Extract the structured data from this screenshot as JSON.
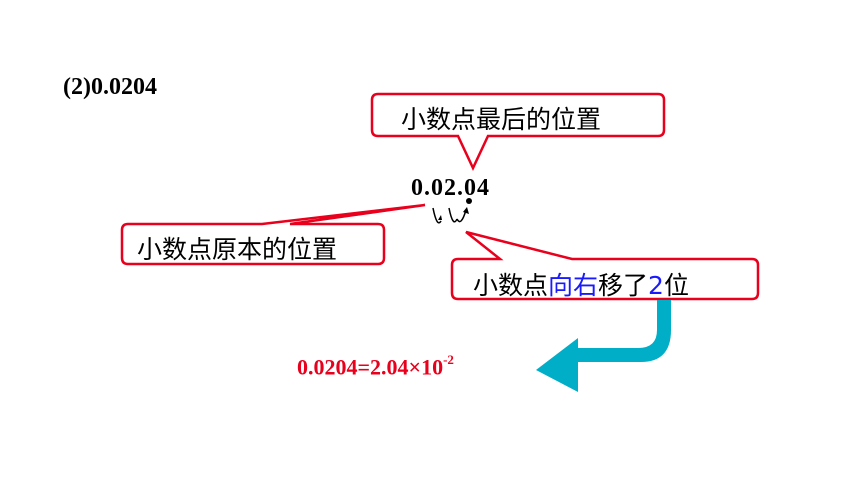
{
  "title": "(2)0.0204",
  "number": "0.02.04",
  "callouts": {
    "final_position": "小数点最后的位置",
    "original_position": "小数点原本的位置",
    "moved_prefix": "小数点",
    "moved_direction": "向右",
    "moved_middle": "移了",
    "moved_count": "2",
    "moved_suffix": "位"
  },
  "formula": {
    "main": "0.0204=2.04×10",
    "exponent": "-2"
  },
  "colors": {
    "callout_border": "#e8001c",
    "formula_text": "#e8001c",
    "highlight_text": "#1a1aff",
    "arrow_fill": "#00aec7"
  }
}
